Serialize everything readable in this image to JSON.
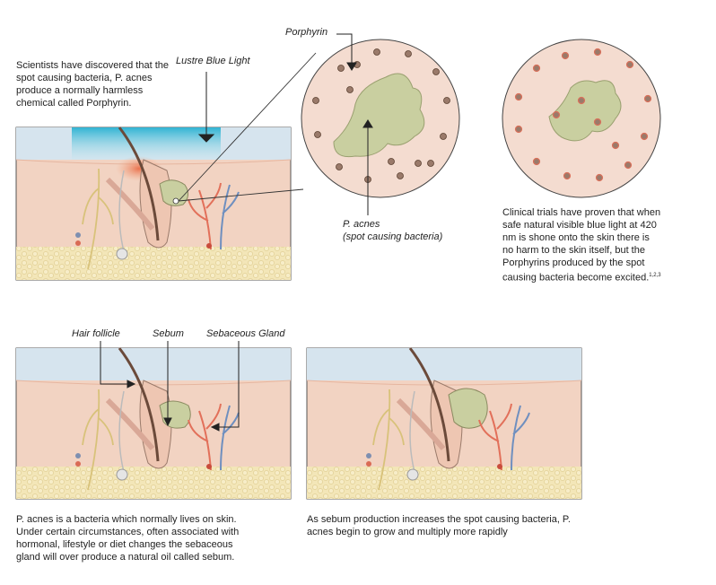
{
  "top": {
    "intro_text": "Scientists have discovered that the spot causing bacteria, P. acnes produce a normally harmless chemical called Porphyrin.",
    "label_blue_light": "Lustre Blue Light",
    "label_porphyrin": "Porphyrin",
    "label_pacnes_line1": "P. acnes",
    "label_pacnes_line2": "(spot causing bacteria)",
    "clinical_text": "Clinical trials have proven that when safe natural visible blue light at 420 nm is shone onto the skin there is no harm to the skin itself, but the Porphyrins produced by the spot causing bacteria become excited.",
    "clinical_refs": "1,2,3"
  },
  "bottom": {
    "label_hair_follicle": "Hair follicle",
    "label_sebum": "Sebum",
    "label_sebaceous_gland": "Sebaceous Gland",
    "left_caption": "P. acnes is a bacteria which normally lives on skin. Under certain circumstances, often associated with hormonal, lifestyle or diet changes the sebaceous gland will over produce a natural oil called sebum.",
    "right_caption": "As sebum production increases the spot causing bacteria, P. acnes begin to grow and multiply more rapidly"
  },
  "colors": {
    "skin": "#f2d3c2",
    "sky": "#d6e4ee",
    "fat": "#f3e6b8",
    "sebum": "#c9cfa0",
    "blue_light": "#3db8d6",
    "vein_red": "#e2705a",
    "vein_blue": "#6f8fbf"
  }
}
